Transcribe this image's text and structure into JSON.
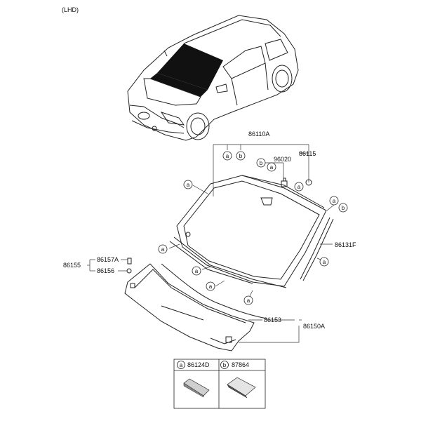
{
  "header": {
    "variant": "(LHD)"
  },
  "parts": {
    "windshield_assy": "86110A",
    "clip_96020": "96020",
    "fastener_86115": "86115",
    "moulding_side": "86131F",
    "group_86155": "86155",
    "screw_86157a": "86157A",
    "grommet_86156": "86156",
    "weatherstrip_86153": "86153",
    "cowl_panel": "86150A"
  },
  "callout_letter_a": "a",
  "callout_letter_b": "b",
  "legend": {
    "a_label": "86124D",
    "b_label": "87864"
  }
}
